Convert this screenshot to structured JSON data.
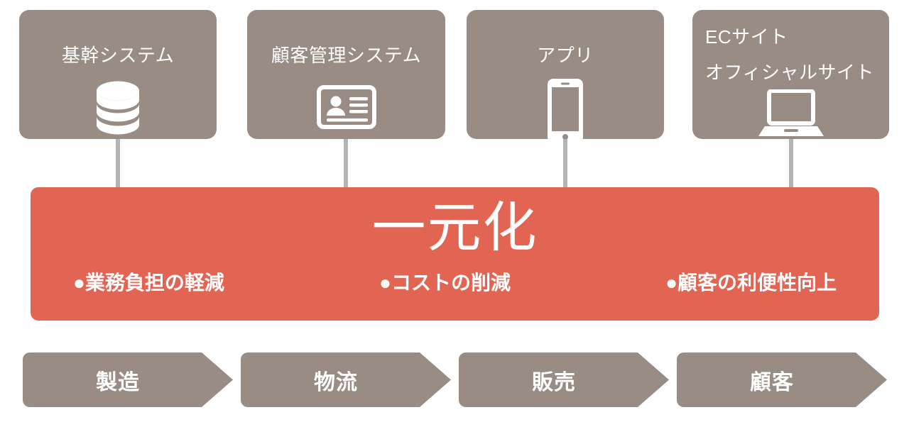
{
  "diagram": {
    "title_text": "一元化",
    "colors": {
      "taupe": "#988C84",
      "coral": "#E26554",
      "connector_gray": "#B4B4B4",
      "text_white": "#FFFFFF",
      "background": "#FFFFFF"
    },
    "sources": [
      {
        "label": "基幹システム",
        "label_line2": "",
        "icon": "database-icon",
        "align": "center"
      },
      {
        "label": "顧客管理システム",
        "label_line2": "",
        "icon": "id-card-icon",
        "align": "center"
      },
      {
        "label": "アプリ",
        "label_line2": "",
        "icon": "smartphone-icon",
        "align": "center"
      },
      {
        "label": "ECサイト",
        "label_line2": "オフィシャルサイト",
        "icon": "laptop-icon",
        "align": "left"
      }
    ],
    "banner": {
      "headline": "一元化",
      "benefits": [
        "●業務負担の軽減",
        "●コストの削減",
        "●顧客の利便性向上"
      ]
    },
    "flow": {
      "steps": [
        {
          "label": "製造"
        },
        {
          "label": "物流"
        },
        {
          "label": "販売"
        },
        {
          "label": "顧客"
        }
      ]
    }
  }
}
